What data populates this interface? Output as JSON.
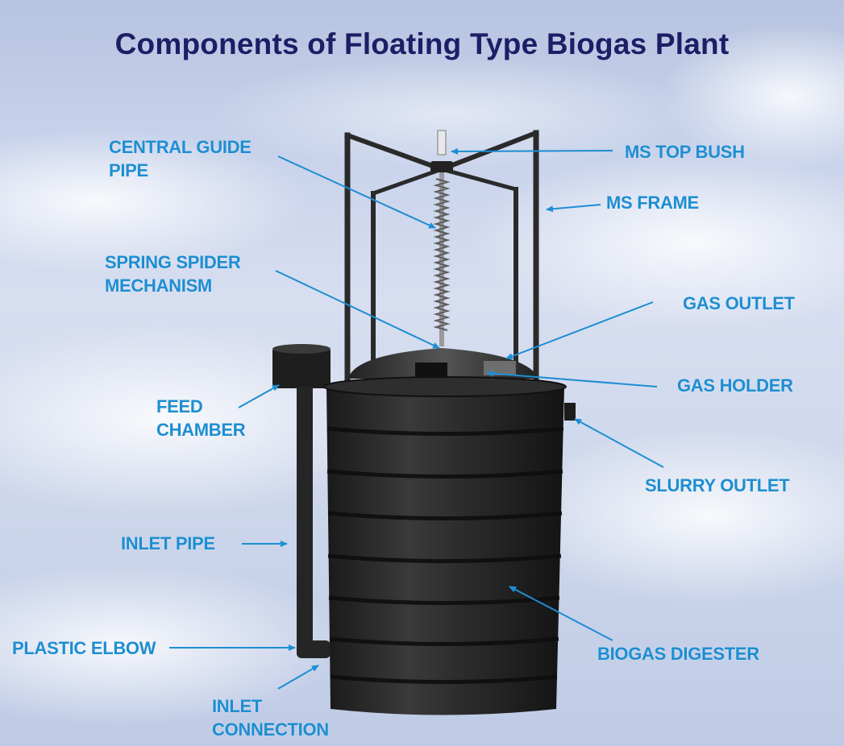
{
  "title": "Components of Floating Type Biogas Plant",
  "labels": {
    "central_guide_pipe": [
      "CENTRAL GUIDE",
      "PIPE"
    ],
    "ms_top_bush": "MS TOP BUSH",
    "ms_frame": "MS FRAME",
    "spring_spider_mechanism": [
      "SPRING SPIDER",
      "MECHANISM"
    ],
    "gas_outlet": "GAS OUTLET",
    "gas_holder": "GAS HOLDER",
    "feed_chamber": [
      "FEED",
      "CHAMBER"
    ],
    "slurry_outlet": "SLURRY OUTLET",
    "inlet_pipe": "INLET PIPE",
    "plastic_elbow": "PLASTIC ELBOW",
    "biogas_digester": "BIOGAS DIGESTER",
    "inlet_connection": [
      "INLET",
      "CONNECTION"
    ]
  },
  "colors": {
    "title": "#1b1f66",
    "label": "#1d8ed2",
    "tank": "#2b2b2b",
    "sky": "#c9d3ea"
  }
}
